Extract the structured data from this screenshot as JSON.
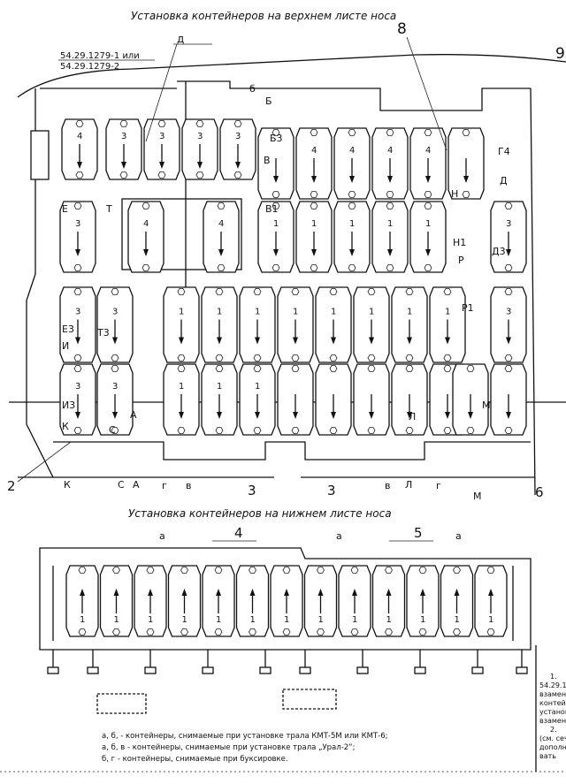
{
  "titles": {
    "upper": "Установка контейнеров на верхнем листе носа",
    "lower": "Установка контейнеров на нижнем листе носа"
  },
  "part_numbers": [
    "54.29.1279-1 или",
    "54.29.1279-2"
  ],
  "callouts": {
    "c8": "8",
    "c9": "9",
    "c2": "2",
    "c3a": "3",
    "c3b": "3",
    "c6": "6",
    "c4": "4",
    "c5": "5",
    "cd": "д",
    "cb": "б",
    "ca1": "a",
    "ca2": "a",
    "ca3": "a",
    "cg1": "г",
    "cv1": "в",
    "cv2": "в",
    "cg2": "г"
  },
  "section_marks": [
    "Б",
    "Б3",
    "В",
    "В1",
    "Е",
    "Е3",
    "Т",
    "Т3",
    "И",
    "И3",
    "К",
    "С",
    "А",
    "Н",
    "Н1",
    "Р",
    "Р1",
    "Г4",
    "Д",
    "Д3",
    "Л",
    "М",
    "К",
    "С",
    "А",
    "Л",
    "М"
  ],
  "upper_rows": [
    [
      "4",
      "3",
      "3",
      "3",
      "3"
    ],
    [
      "",
      "4",
      "4",
      "4",
      "4",
      ""
    ],
    [
      "3",
      "4",
      "4",
      "1",
      "1",
      "1",
      "1",
      "1",
      "3"
    ],
    [
      "3",
      "3",
      "1",
      "1",
      "1",
      "1",
      "1",
      "1",
      "1",
      "1",
      "3"
    ],
    [
      "3",
      "3",
      "1",
      "1",
      "1",
      "",
      "",
      "",
      "",
      "",
      "",
      ""
    ]
  ],
  "lower_row": [
    "1",
    "1",
    "1",
    "1",
    "1",
    "1",
    "1",
    "1",
    "1",
    "1",
    "1",
    "1",
    "1"
  ],
  "legend": [
    "а, б, - контейнеры, снимаемые при установке трала КМТ-5М или КМТ-6;",
    "а, б, в - контейнеры, снимаемые при установке трала „Урал-2”;",
    "б, г - контейнеры, снимаемые при буксировке."
  ],
  "margin_notes": [
    "1. ",
    "54.29.1",
    "взамен",
    "контей",
    "установ",
    "взамен",
    "2. ",
    "(см. сеч",
    "дополн",
    "вать"
  ]
}
